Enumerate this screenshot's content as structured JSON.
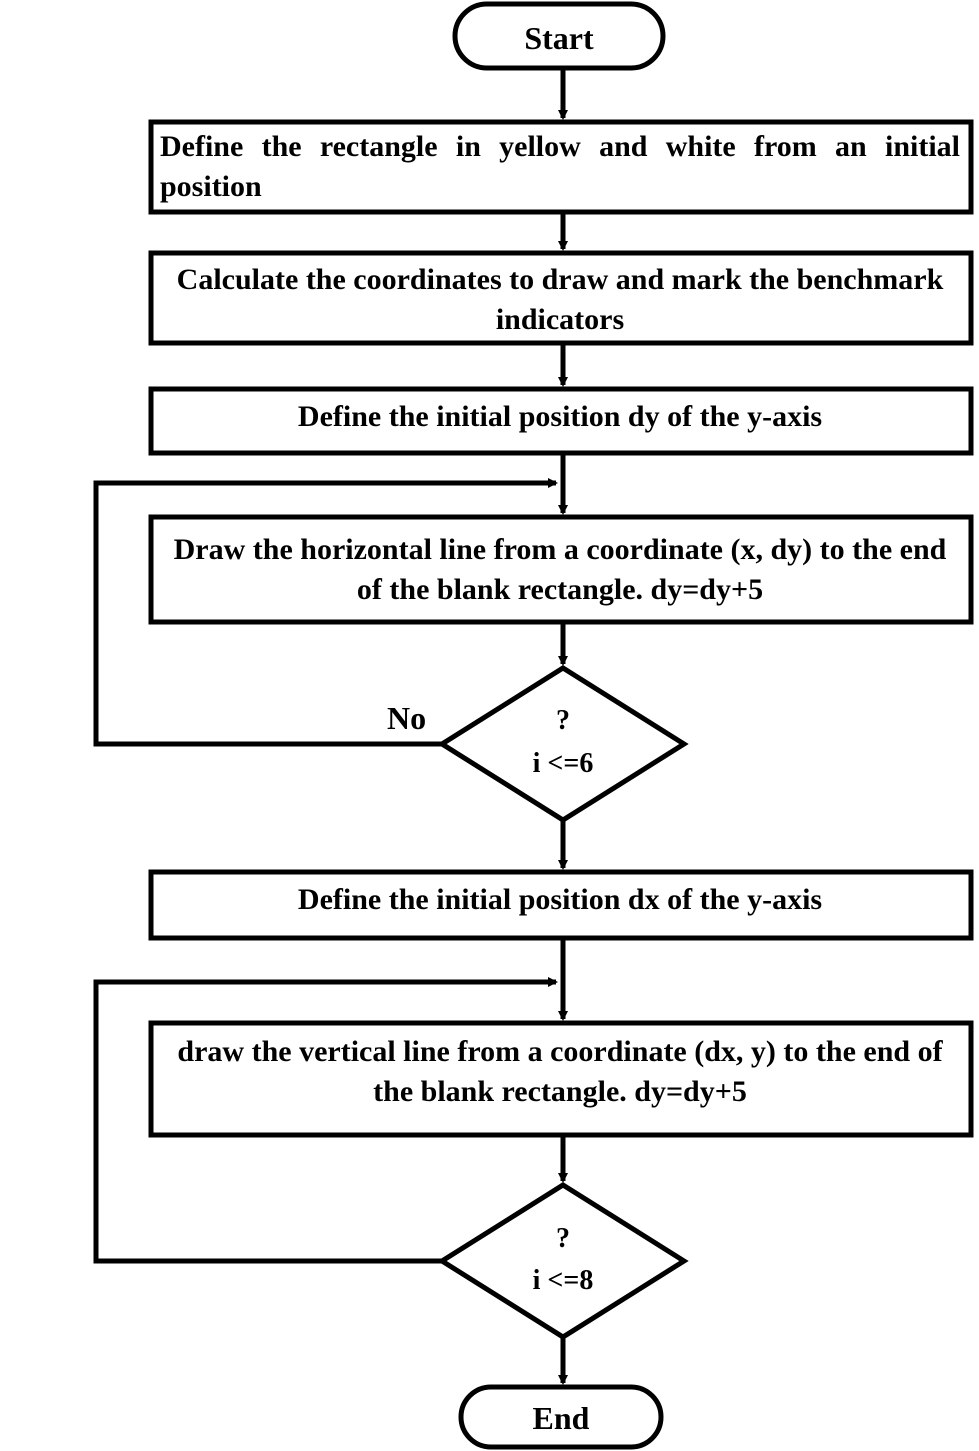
{
  "flowchart": {
    "start": "Start",
    "step1": "Define the rectangle in yellow and white from an initial position",
    "step2": "Calculate the coordinates to draw and mark the benchmark indicators",
    "step3": "Define the initial position dy of the y-axis",
    "step4": "Draw the horizontal line from a coordinate (x, dy) to the end of the blank rectangle. dy=dy+5",
    "decision1": {
      "question": "?",
      "condition": "i <=6"
    },
    "decision1_no_label": "No",
    "step5": "Define the initial position dx of the y-axis",
    "step6": "draw the vertical line from a coordinate (dx, y) to the end of the blank rectangle. dy=dy+5",
    "decision2": {
      "question": "?",
      "condition": "i <=8"
    },
    "end": "End"
  },
  "colors": {
    "stroke": "#000000",
    "fill": "#ffffff",
    "text": "#000000"
  }
}
